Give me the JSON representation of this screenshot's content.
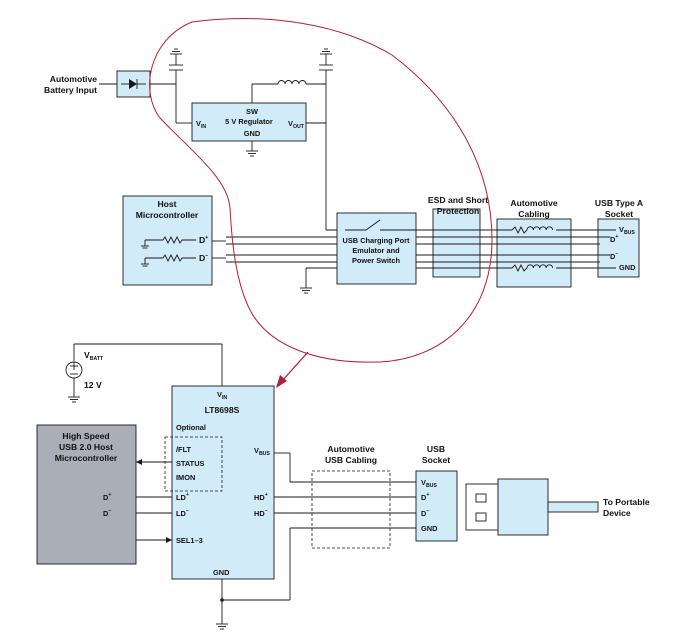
{
  "top_section": {
    "battery_input": [
      "Automotive",
      "Battery Input"
    ],
    "regulator": {
      "line1": "SW",
      "vin": "V",
      "vin_sub": "IN",
      "line2": "5 V Regulator",
      "vout": "V",
      "vout_sub": "OUT",
      "line3": "GND"
    },
    "host": [
      "Host",
      "Microcontroller"
    ],
    "host_d_plus": "D",
    "host_d_minus": "D",
    "usb_port": [
      "USB Charging Port",
      "Emulator and",
      "Power Switch"
    ],
    "esd": [
      "ESD and Short",
      "Protection"
    ],
    "cabling": [
      "Automotive",
      "Cabling"
    ],
    "usb_a": [
      "USB Type A",
      "Socket"
    ],
    "vbus": "V",
    "vbus_sub": "BUS",
    "d_plus": "D",
    "d_minus": "D",
    "gnd": "GND"
  },
  "bottom_section": {
    "vbatt": "V",
    "vbatt_sub": "BATT",
    "twelve_v": "12 V",
    "chip": {
      "vin": "V",
      "vin_sub": "IN",
      "name": "LT8698S",
      "optional": "Optional",
      "flt": "/FLT",
      "status": "STATUS",
      "imon": "IMON",
      "ld_plus": "LD",
      "ld_minus": "LD",
      "sel": "SEL1–3",
      "gnd": "GND",
      "vbus": "V",
      "vbus_sub": "BUS",
      "hd_plus": "HD",
      "hd_minus": "HD"
    },
    "mcu": [
      "High Speed",
      "USB 2.0 Host",
      "Microcontroller"
    ],
    "mcu_d_plus": "D",
    "mcu_d_minus": "D",
    "cabling": [
      "Automotive",
      "USB Cabling"
    ],
    "socket": [
      "USB",
      "Socket"
    ],
    "socket_vbus": "V",
    "socket_vbus_sub": "BUS",
    "socket_d_plus": "D",
    "socket_d_minus": "D",
    "socket_gnd": "GND",
    "portable": [
      "To Portable",
      "Device"
    ],
    "plus_sign": "+",
    "minus_sign": "–"
  },
  "colors": {
    "box_fill": "#d2ebf8",
    "mcu_fill": "#a9aeb8",
    "highlight_loop": "#b31e3a",
    "line": "#1a1a1a"
  }
}
